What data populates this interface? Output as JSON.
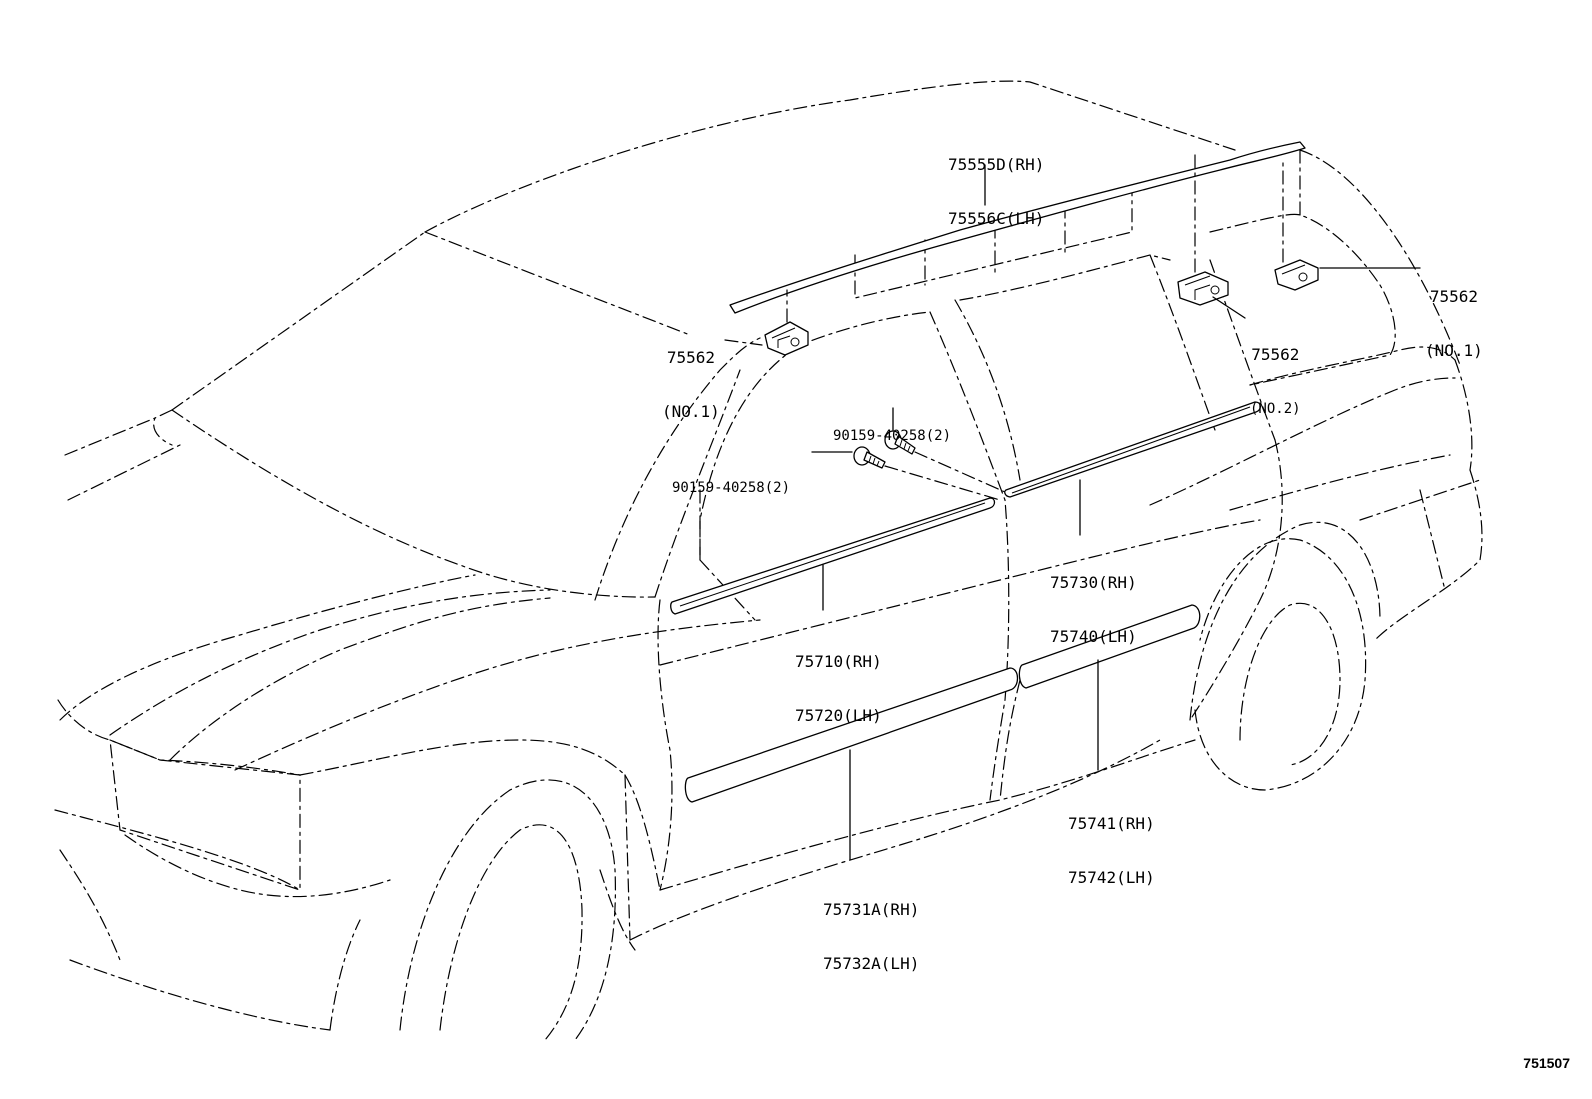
{
  "diagram": {
    "figure_number": "751507",
    "callouts": {
      "roof_molding": {
        "line1": "75555D(RH)",
        "line2": "75556C(LH)"
      },
      "clip_front": {
        "line1": "75562",
        "line2": "(NO.1)"
      },
      "clip_mid": {
        "line1": "75562",
        "line2": "(NO.2)"
      },
      "clip_rear": {
        "line1": "75562",
        "line2": "(NO.1)"
      },
      "screw_upper": {
        "line1": "90159-40258(2)"
      },
      "screw_lower": {
        "line1": "90159-40258(2)"
      },
      "rear_belt_molding": {
        "line1": "75730(RH)",
        "line2": "75740(LH)"
      },
      "front_belt_molding": {
        "line1": "75710(RH)",
        "line2": "75720(LH)"
      },
      "rear_side_molding": {
        "line1": "75741(RH)",
        "line2": "75742(LH)"
      },
      "front_side_molding": {
        "line1": "75731A(RH)",
        "line2": "75732A(LH)"
      }
    }
  }
}
